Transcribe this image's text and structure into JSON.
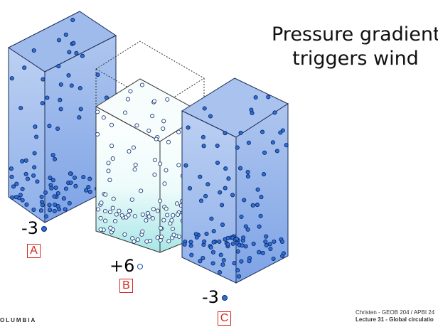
{
  "title": {
    "line1": "Pressure gradient",
    "line2": "triggers wind"
  },
  "columns": [
    {
      "id": "A",
      "pressure_label": "-3",
      "box_label": "A",
      "fill": "blue",
      "particles": "filled"
    },
    {
      "id": "B",
      "pressure_label": "+6",
      "box_label": "B",
      "fill": "light-cyan",
      "particles": "hollow"
    },
    {
      "id": "C",
      "pressure_label": "-3",
      "box_label": "C",
      "fill": "blue",
      "particles": "filled"
    }
  ],
  "footer": {
    "left": "OLUMBIA",
    "right_line1": "Christen - GEOB 204 / APBI 24",
    "right_line2": "Lecture 31 - Global circulatio"
  },
  "colors": {
    "label_box": "#d0281f",
    "particle_fill": "#2f6fd6",
    "particle_stroke": "#0b2a6b"
  }
}
